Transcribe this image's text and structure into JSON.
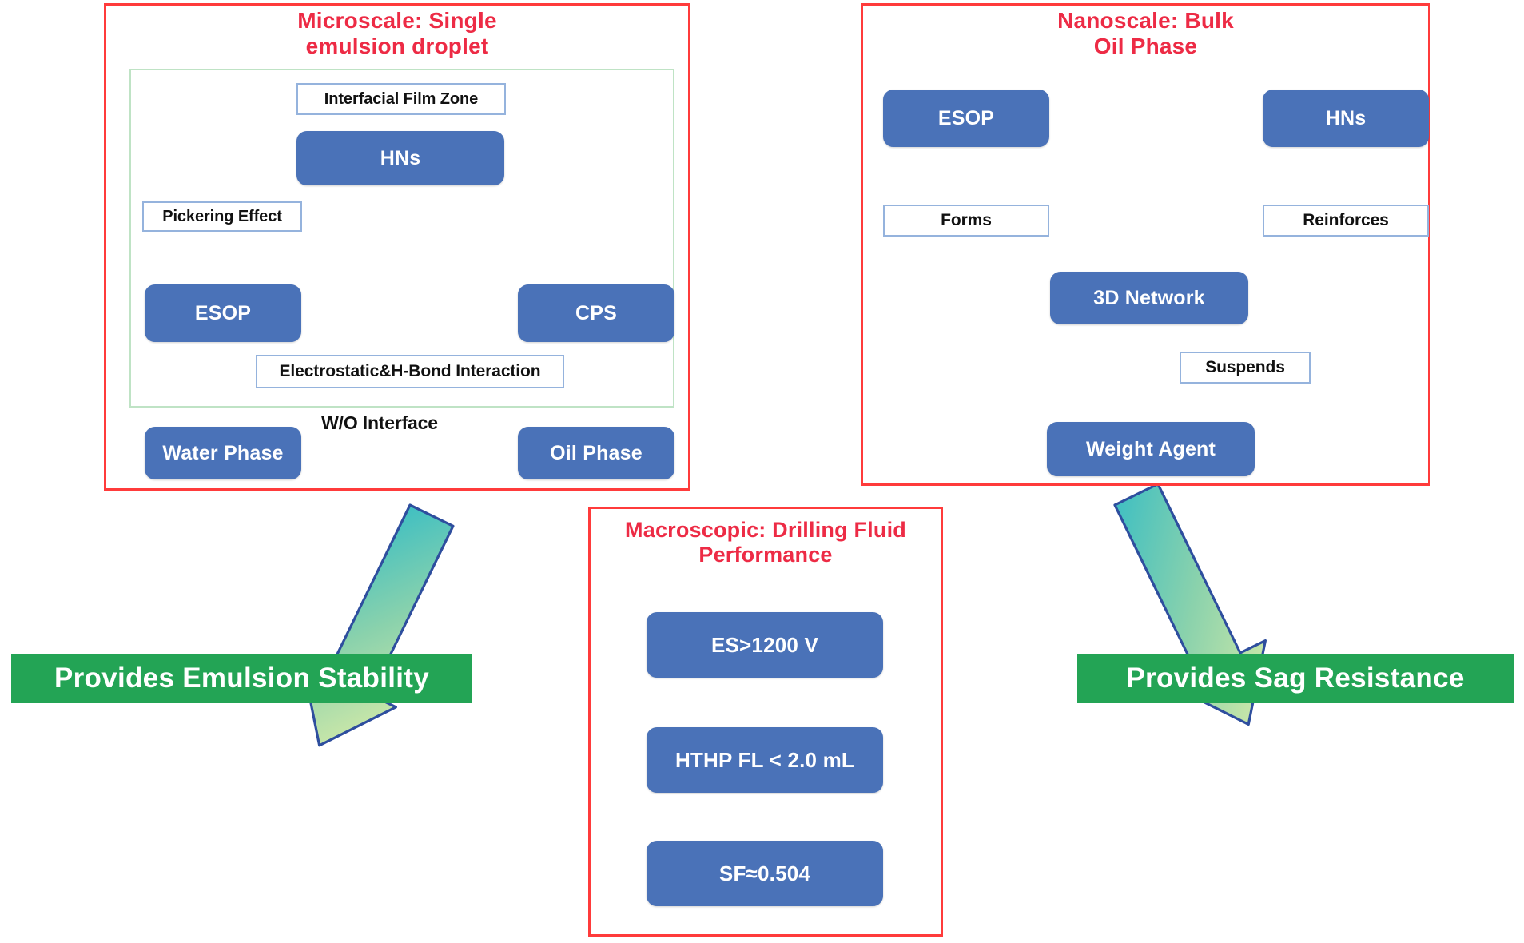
{
  "figure": {
    "type": "multiscale-mechanism-diagram",
    "colors": {
      "panel_border_red": "#FF3B3B",
      "panel_title_red": "#ED2B45",
      "node_blue": "#4A72B8",
      "label_border_blue": "#95B3DD",
      "inner_box_green": "#BFE3C5",
      "banner_green": "#23A455",
      "thin_connector_red": "#F05A5A",
      "thin_connector_green": "#3FAF4B",
      "dashed_arrow_blue": "#2E4E8F",
      "big_arrow_gradient_start": "#45C3C0",
      "big_arrow_gradient_end": "#CFE8A6",
      "big_arrow_outline": "#2E4E9E",
      "small_blue_arrow_start": "#FAFCFE",
      "small_blue_arrow_end": "#A8C3E8"
    }
  },
  "panels": {
    "microscale": {
      "title": "Microscale: Single\nemulsion droplet",
      "title_line1": "Microscale: Single",
      "title_line2": "emulsion droplet",
      "inner_zone_label": "Interfacial Film Zone",
      "nodes": {
        "hns": "HNs",
        "esop": "ESOP",
        "cps": "CPS",
        "water_phase": "Water Phase",
        "oil_phase": "Oil Phase"
      },
      "labels": {
        "pickering": "Pickering Effect",
        "interaction": "Electrostatic&H-Bond Interaction",
        "wo_interface": "W/O Interface"
      }
    },
    "nanoscale": {
      "title_line1": "Nanoscale: Bulk",
      "title_line2": "Oil Phase",
      "nodes": {
        "esop": "ESOP",
        "hns": "HNs",
        "network": "3D Network",
        "weight_agent": "Weight Agent"
      },
      "labels": {
        "forms": "Forms",
        "reinforces": "Reinforces",
        "suspends": "Suspends"
      }
    },
    "macroscopic": {
      "title_line1": "Macroscopic: Drilling Fluid",
      "title_line2": "Performance",
      "results": [
        "ES>1200 V",
        "HTHP FL < 2.0 mL",
        "SF≈0.504"
      ]
    }
  },
  "banners": {
    "left": "Provides Emulsion Stability",
    "right": "Provides Sag Resistance"
  }
}
